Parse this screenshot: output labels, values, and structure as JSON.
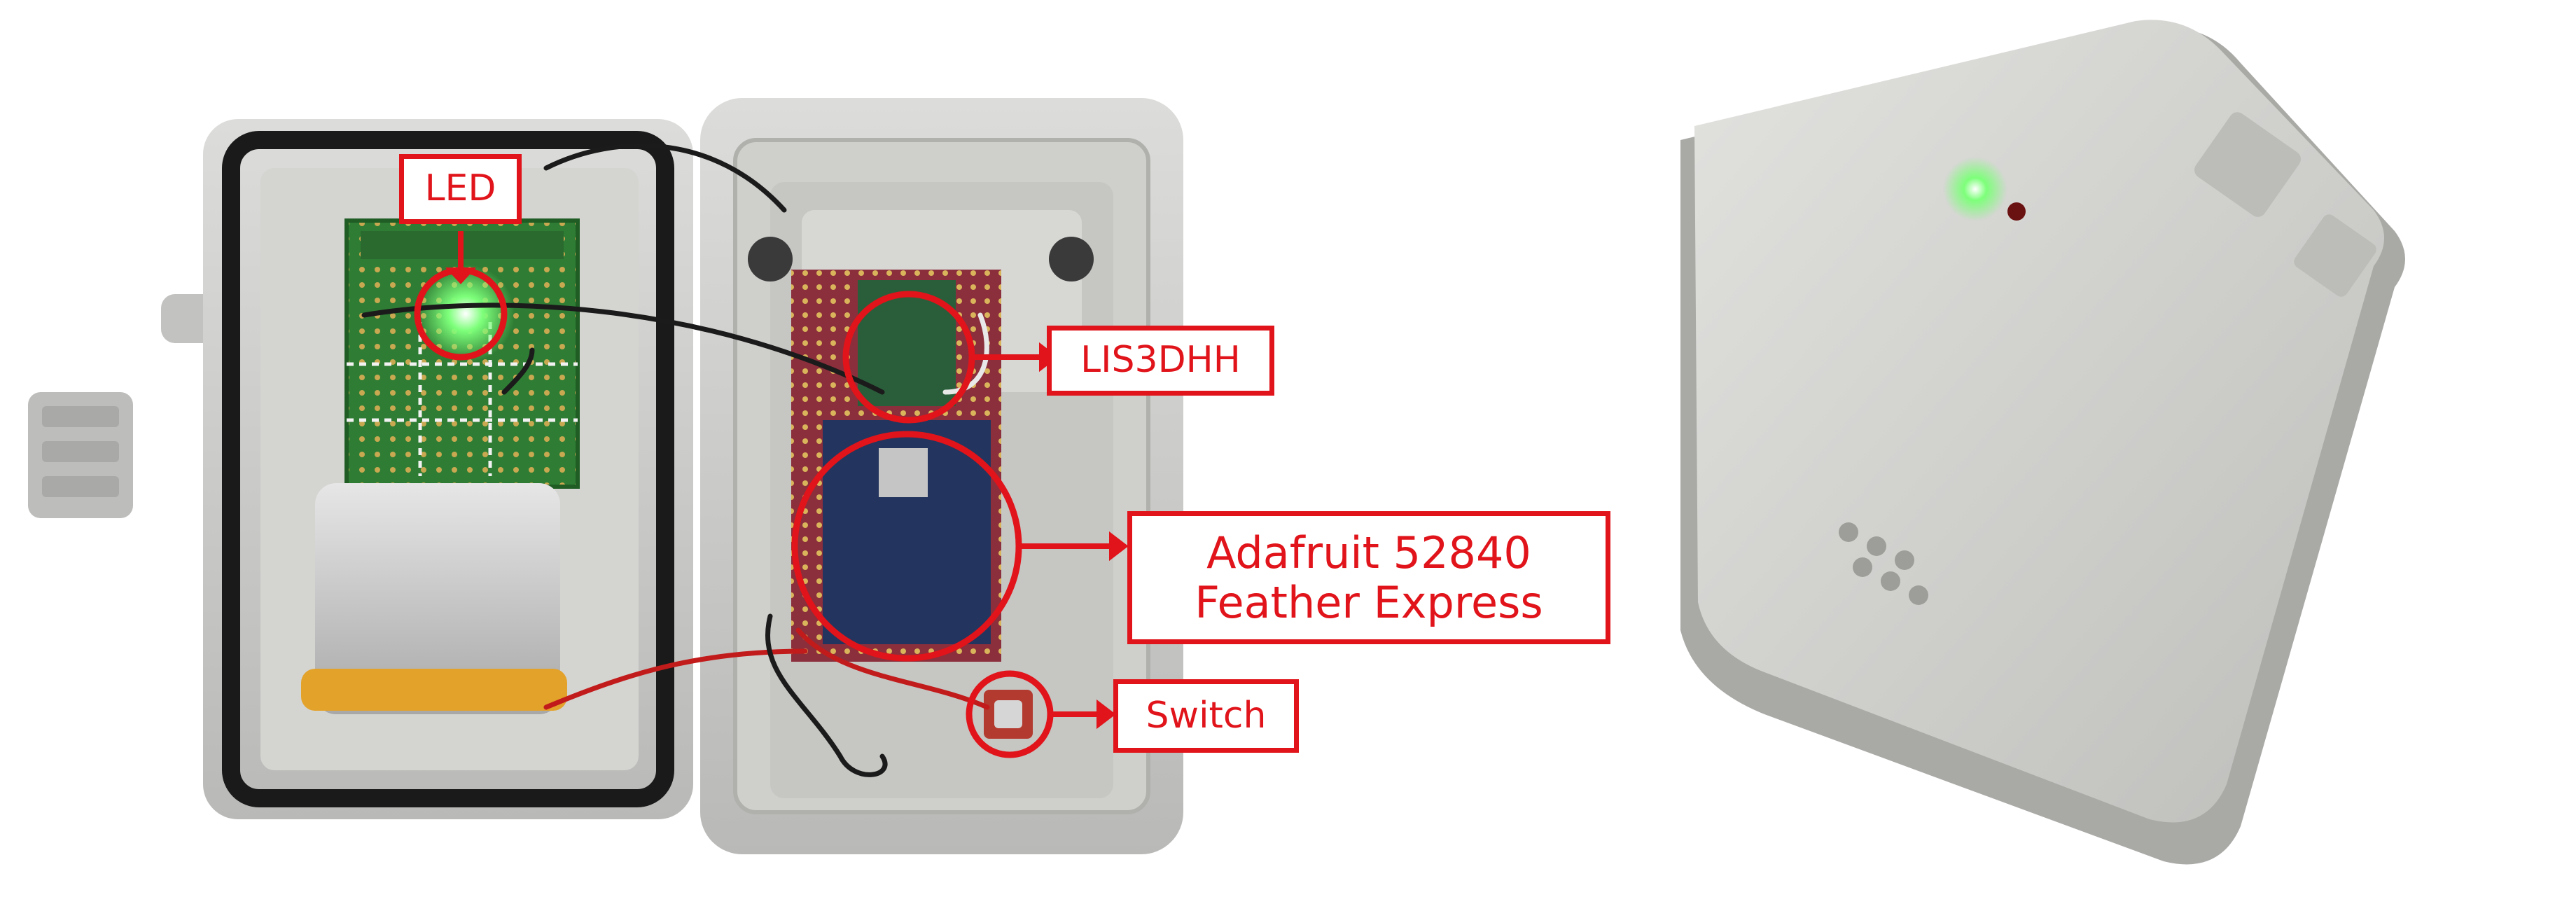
{
  "callouts": {
    "led": "LED",
    "accelerometer": "LIS3DHH",
    "board_line1": "Adafruit 52840",
    "board_line2": "Feather Express",
    "switch": "Switch"
  },
  "colors": {
    "callout_red": "#e0141a",
    "enclosure_grey": "#c9c9c7",
    "pcb_green": "#2f7d34",
    "led_green": "#7dff7a"
  }
}
